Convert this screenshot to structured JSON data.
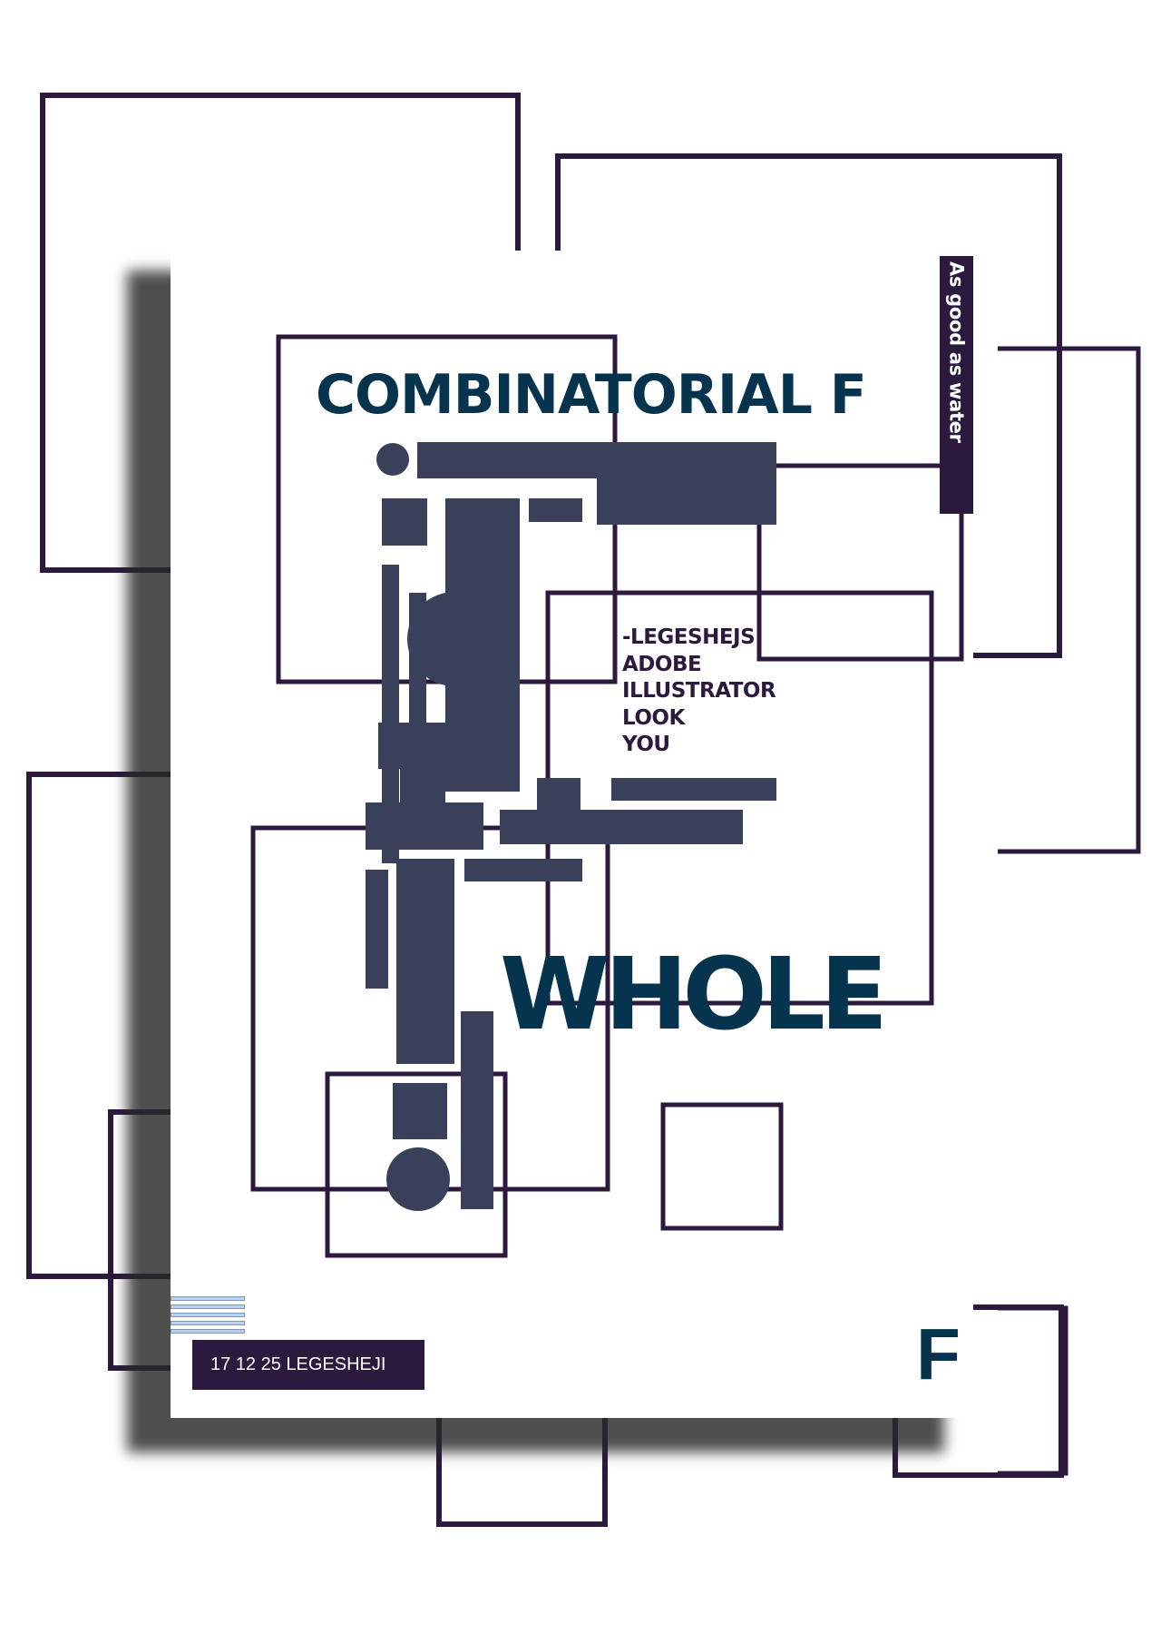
{
  "poster": {
    "title": "COMBINATORIAL F",
    "tagline": "As good as water",
    "word_list": [
      "-LEGESHEJS",
      "ADOBE",
      "ILLUSTRATOR",
      "LOOK",
      "YOU"
    ],
    "headline": "WHOLE",
    "date_label": "17 12  25  LEGESHEJI",
    "monogram": "F"
  },
  "colors": {
    "outline": "#2c1a3e",
    "block": "#3a4059",
    "title_text": "#06334d",
    "shadow": "#3c3c3c",
    "stripe_fill": "#bcd0ec"
  }
}
